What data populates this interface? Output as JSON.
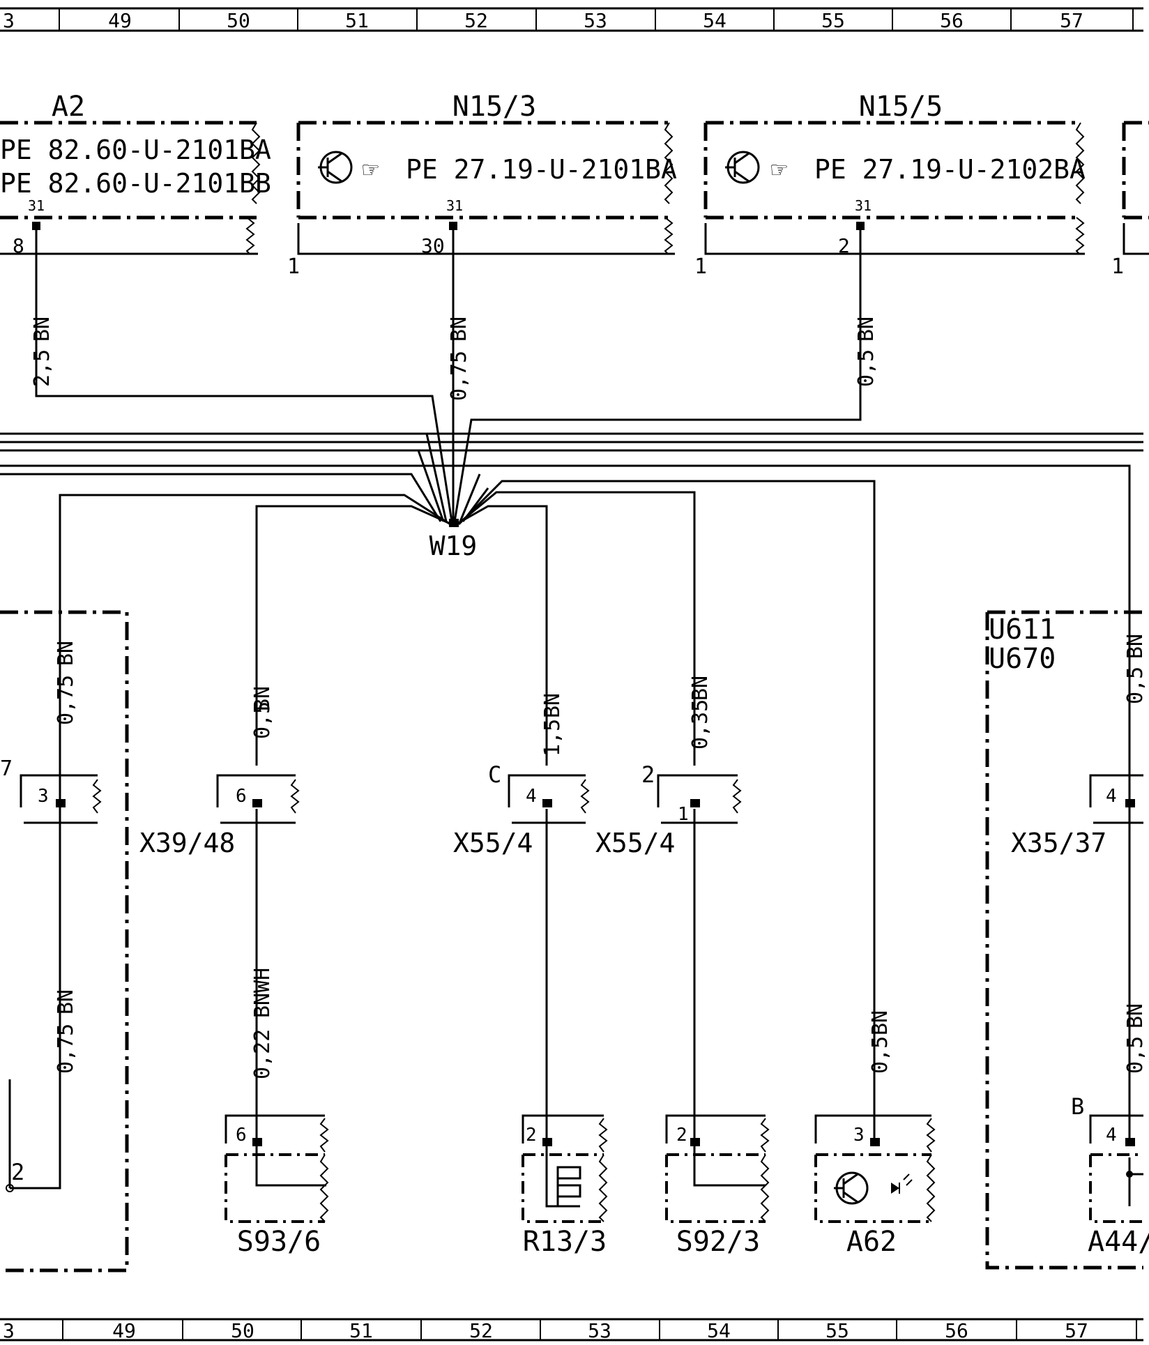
{
  "ruler": {
    "top": [
      "3",
      "49",
      "50",
      "51",
      "52",
      "53",
      "54",
      "55",
      "56",
      "57"
    ],
    "bottom": [
      "3",
      "49",
      "50",
      "51",
      "52",
      "53",
      "54",
      "55",
      "56",
      "57"
    ]
  },
  "modules": {
    "a2": {
      "name": "A2",
      "ref1": "PE 82.60-U-2101BA",
      "ref2": "PE 82.60-U-2101BB",
      "pin": "8",
      "term": "31"
    },
    "n153": {
      "name": "N15/3",
      "ref1": "PE 27.19-U-2101BA",
      "pin": "30",
      "term": "31",
      "side": "1"
    },
    "n155": {
      "name": "N15/5",
      "ref1": "PE 27.19-U-2102BA",
      "pin": "2",
      "term": "31",
      "side": "1"
    },
    "right_side": "1"
  },
  "wires": {
    "a2_size": "2,5",
    "a2_color": "BN",
    "n153_size": "0,75",
    "n153_color": "BN",
    "n155_size": "0,5",
    "n155_color": "BN",
    "left_size": "0,75",
    "left_color": "BN",
    "x3948_size": "0,5",
    "x3948_color": "BN",
    "r133_size": "1,5",
    "r133_color": "BN",
    "s923_size": "0,35",
    "s923_color": "BN",
    "right_size": "0,5",
    "right_color": "BN",
    "left_low_size": "0,75",
    "left_low_color": "BN",
    "s936_size": "0,22",
    "s936_color": "BNWH",
    "a62_size": "0,5",
    "a62_color": "BN",
    "a44_size": "0,5",
    "a44_color": "BN"
  },
  "splice": {
    "name": "W19"
  },
  "group": {
    "line1": "U611",
    "line2": "U670"
  },
  "connectors": {
    "left": {
      "prefix": "7",
      "pin": "3"
    },
    "x3948": {
      "name": "X39/48",
      "pin": "6"
    },
    "x554a": {
      "name": "X55/4",
      "prefix": "C",
      "pin": "4"
    },
    "x554b": {
      "name": "X55/4",
      "prefix": "2",
      "pin": "1"
    },
    "x3537": {
      "name": "X35/37",
      "pin": "4"
    }
  },
  "components": {
    "s936": {
      "name": "S93/6",
      "pin": "6"
    },
    "r133": {
      "name": "R13/3",
      "pin": "2"
    },
    "s923": {
      "name": "S92/3",
      "pin": "2"
    },
    "a62": {
      "name": "A62",
      "pin": "3"
    },
    "a44": {
      "name": "A44/",
      "prefix": "B",
      "pin": "4"
    },
    "left": {
      "pin": "2"
    }
  }
}
